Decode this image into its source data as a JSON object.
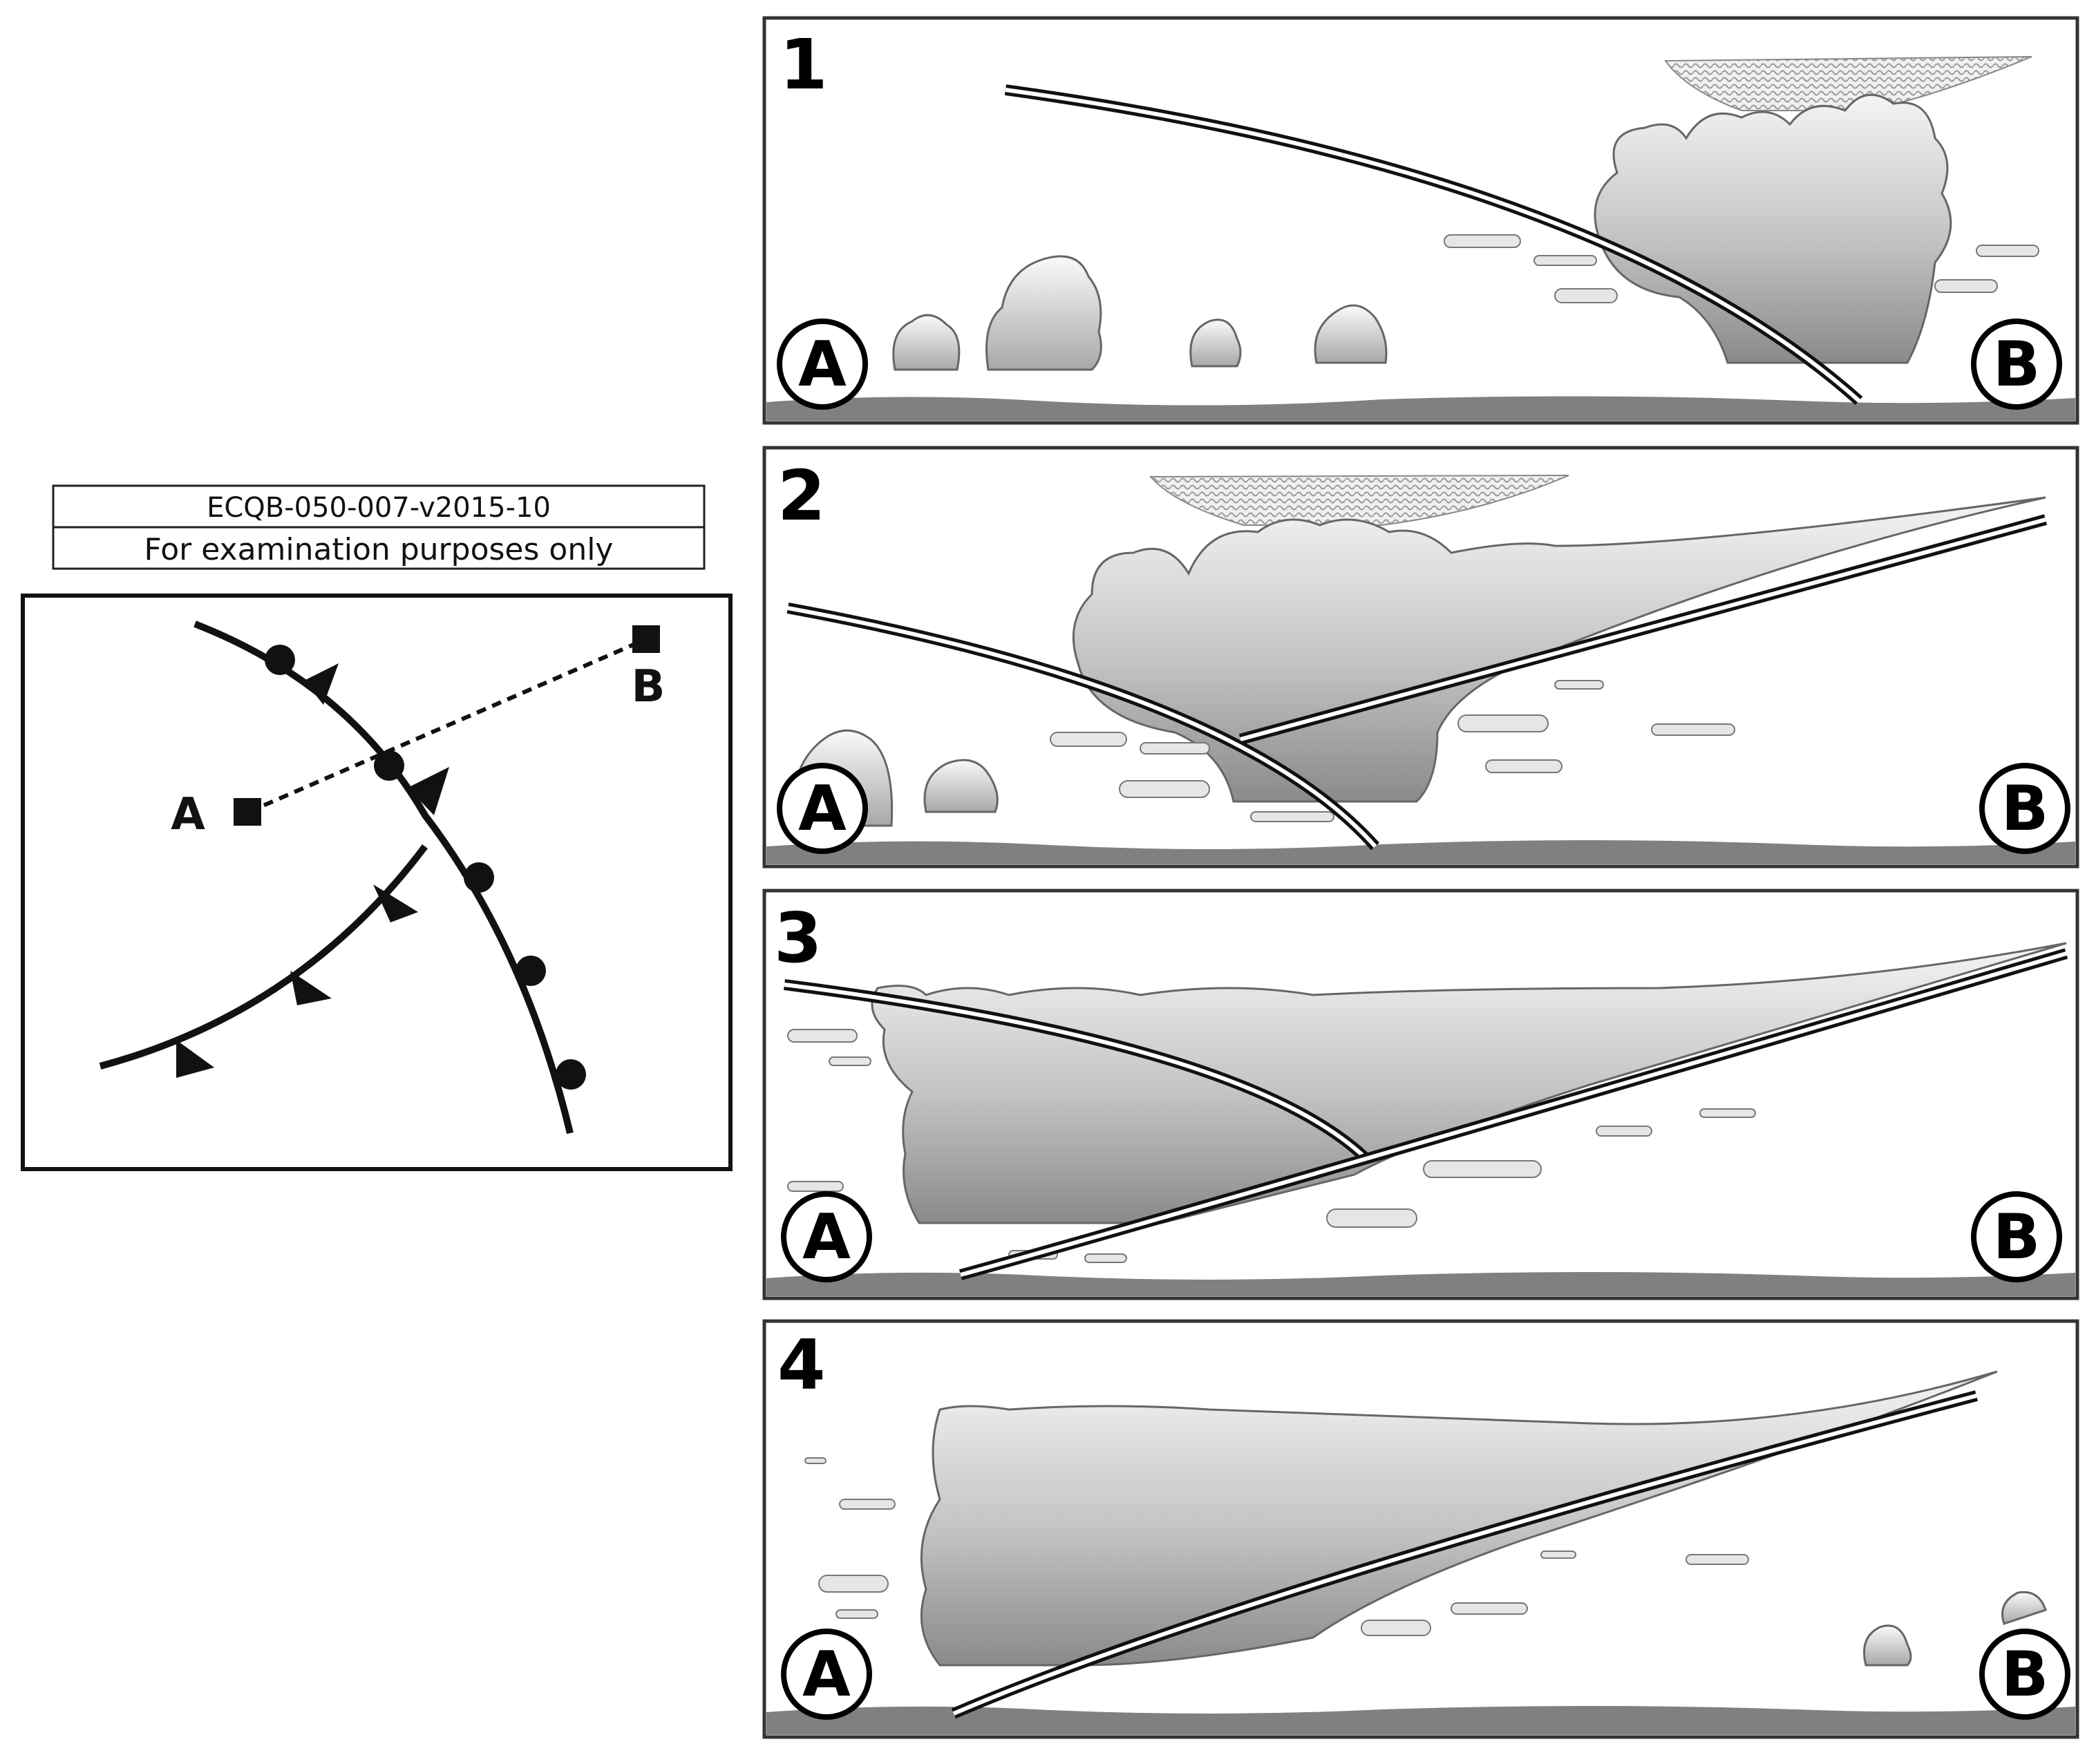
{
  "header": {
    "code": "ECQB-050-007-v2015-10",
    "note": "For examination purposes only"
  },
  "map": {
    "point_a": "A",
    "point_b": "B"
  },
  "panels": [
    {
      "number": "1",
      "left_label": "A",
      "right_label": "B"
    },
    {
      "number": "2",
      "left_label": "A",
      "right_label": "B"
    },
    {
      "number": "3",
      "left_label": "A",
      "right_label": "B"
    },
    {
      "number": "4",
      "left_label": "A",
      "right_label": "B"
    }
  ],
  "colors": {
    "outline": "#111111",
    "ground": "#808080",
    "cloud_light": "#f2f2f2",
    "cloud_dark": "#8a8a8a"
  }
}
